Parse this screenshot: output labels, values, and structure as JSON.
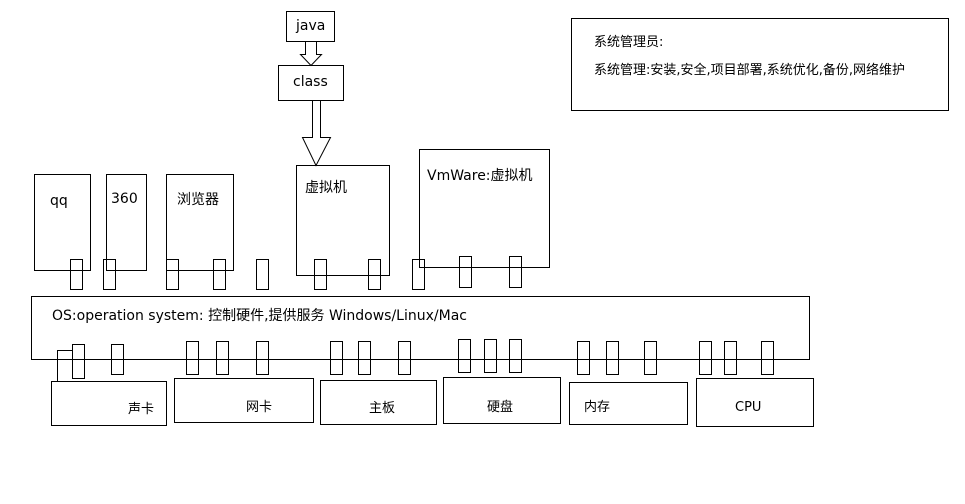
{
  "top_stack": {
    "java_label": "java",
    "class_label": "class"
  },
  "sysadmin": {
    "title": "系统管理员:",
    "duties": "系统管理:安装,安全,项目部署,系统优化,备份,网络维护"
  },
  "apps": {
    "qq": "qq",
    "app360": "360",
    "browser": "浏览器",
    "vm": "虚拟机",
    "vmware": "VmWare:虚拟机"
  },
  "os": {
    "label": "OS:operation system: 控制硬件,提供服务  Windows/Linux/Mac"
  },
  "hardware": {
    "sound_card": "声卡",
    "network_card": "网卡",
    "motherboard": "主板",
    "hard_disk": "硬盘",
    "memory": "内存",
    "cpu": "CPU"
  }
}
